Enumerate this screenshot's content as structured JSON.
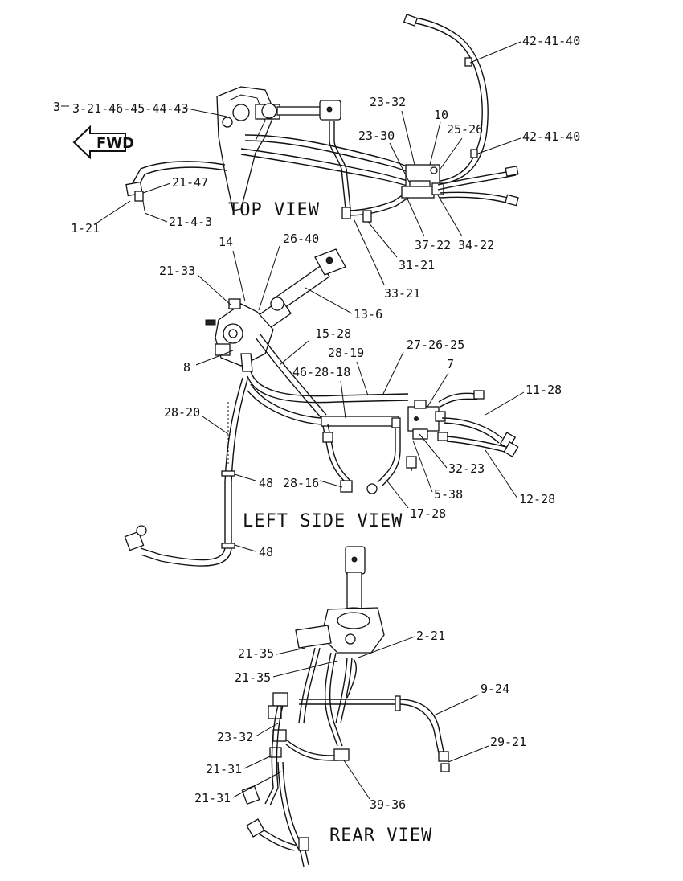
{
  "views": {
    "top": "TOP VIEW",
    "left_side": "LEFT SIDE VIEW",
    "rear": "REAR VIEW"
  },
  "direction_arrow": "FWD",
  "callouts": {
    "top": {
      "c1": "3-21-46-45-44-43",
      "c1_prefix": "3",
      "c2": "21-47",
      "c3": "1-21",
      "c4": "21-4-3",
      "c5": "23-32",
      "c6": "10",
      "c7": "23-30",
      "c8": "25-26",
      "c9": "42-41-40",
      "c10": "42-41-40",
      "c11": "37-22",
      "c12": "34-22",
      "c13": "31-21",
      "c14": "33-21"
    },
    "left": {
      "c1": "14",
      "c2": "26-40",
      "c3": "21-33",
      "c4": "13-6",
      "c5": "15-28",
      "c6": "8",
      "c7": "28-19",
      "c8": "27-26-25",
      "c9": "46-28-18",
      "c10": "7",
      "c11": "11-28",
      "c12": "28-20",
      "c13": "32-23",
      "c14": "48",
      "c15": "28-16",
      "c16": "5-38",
      "c17": "12-28",
      "c18": "17-28",
      "c19": "48"
    },
    "rear": {
      "c1": "2-21",
      "c2": "21-35",
      "c3": "21-35",
      "c4": "9-24",
      "c5": "23-32",
      "c6": "29-21",
      "c7": "21-31",
      "c8": "21-31",
      "c9": "39-36"
    }
  }
}
